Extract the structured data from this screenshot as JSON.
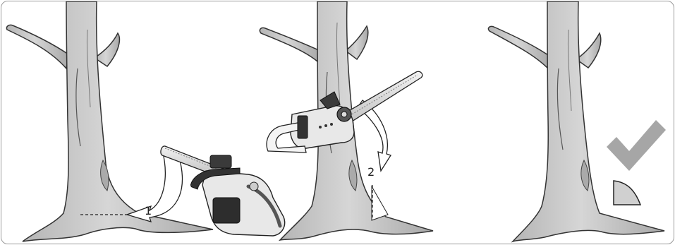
{
  "steps": [
    {
      "label": "1"
    },
    {
      "label": "2"
    }
  ],
  "colors": {
    "trunk_fill": "#c9c9c9",
    "trunk_stroke": "#333333",
    "arrow_fill": "#ffffff",
    "check_fill": "#a6a6a6",
    "saw_dark": "#3a3a3a",
    "saw_light": "#e6e6e6"
  },
  "icons": [
    "tree-trunk",
    "chainsaw",
    "cut-arrow",
    "checkmark-icon",
    "wedge-icon",
    "dashed-cut-line"
  ]
}
